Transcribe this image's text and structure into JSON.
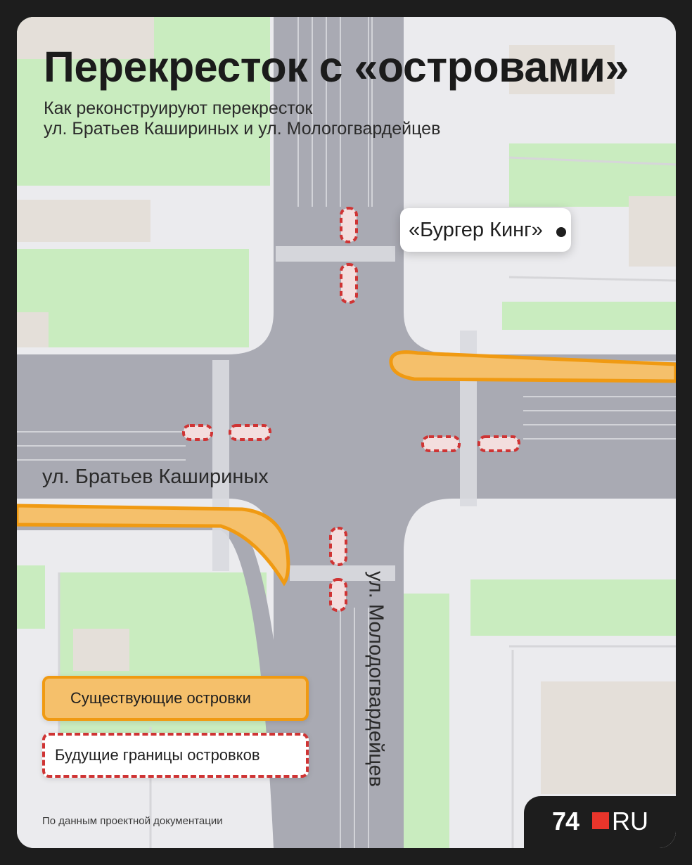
{
  "title": "Перекресток с «островами»",
  "subtitle": {
    "line1": "Как реконструируют перекресток",
    "line2": "ул. Братьев Кашириных и ул. Мологогвардейцев"
  },
  "poi": {
    "label": "«Бургер Кинг»"
  },
  "streets": {
    "horizontal": "ул. Братьев Кашириных",
    "vertical": "ул. Молодогвардейцев"
  },
  "legend": {
    "existing": "Существующие островки",
    "future": "Будущие границы островков"
  },
  "source": "По данным проектной документации",
  "logo": {
    "number": "74",
    "suffix": "RU"
  },
  "colors": {
    "existing_fill": "#f5c06b",
    "existing_border": "#f09a12",
    "future_border": "#cf3434",
    "road": "#a9aab3",
    "greenery": "#c7ebbd",
    "building": "#e6e1dc",
    "logo_accent": "#e8352b"
  }
}
